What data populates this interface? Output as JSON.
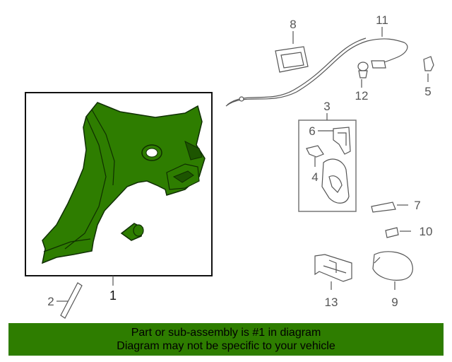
{
  "callouts": {
    "c1": "1",
    "c2": "2",
    "c3": "3",
    "c4": "4",
    "c5": "5",
    "c6": "6",
    "c7": "7",
    "c8": "8",
    "c9": "9",
    "c10": "10",
    "c11": "11",
    "c12": "12",
    "c13": "13"
  },
  "footer": {
    "line1": "Part or sub-assembly is #1 in diagram",
    "line2": "Diagram may not be specific to your vehicle"
  },
  "colors": {
    "highlight": "#2e7d00",
    "line": "#555555"
  }
}
